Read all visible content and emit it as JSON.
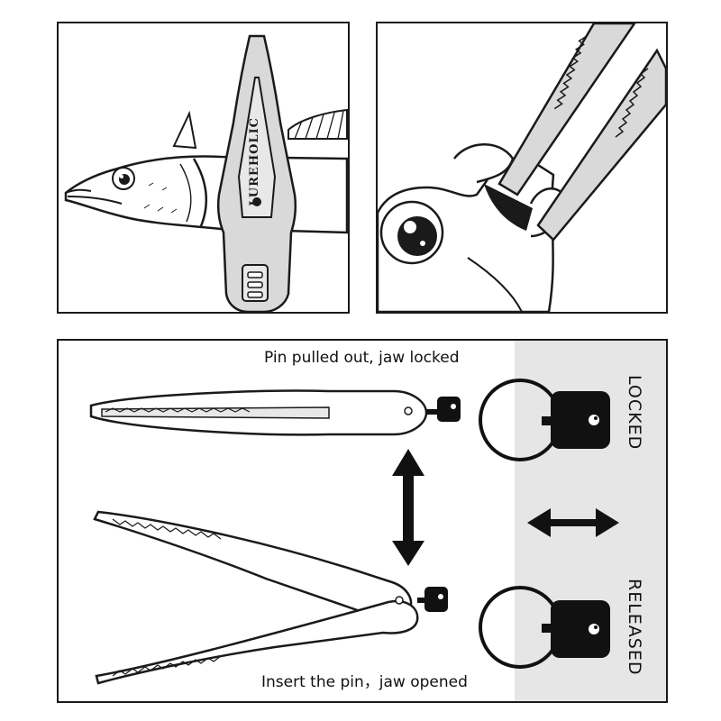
{
  "brand": {
    "name": "LUREHOLIC"
  },
  "captions": {
    "locked": "Pin pulled out, jaw locked",
    "opened": "Insert the pin，jaw opened"
  },
  "side_labels": {
    "locked": "LOCKED",
    "released": "RELEASED"
  },
  "colors": {
    "ink": "#1a1a1a",
    "tool_fill": "#d9d9d9",
    "side_panel": "#e6e6e6",
    "pin_fill": "#111111",
    "background": "#ffffff"
  },
  "icons": {
    "vertical_arrow": "double-headed-vertical-arrow",
    "horizontal_arrow": "double-headed-horizontal-arrow"
  }
}
